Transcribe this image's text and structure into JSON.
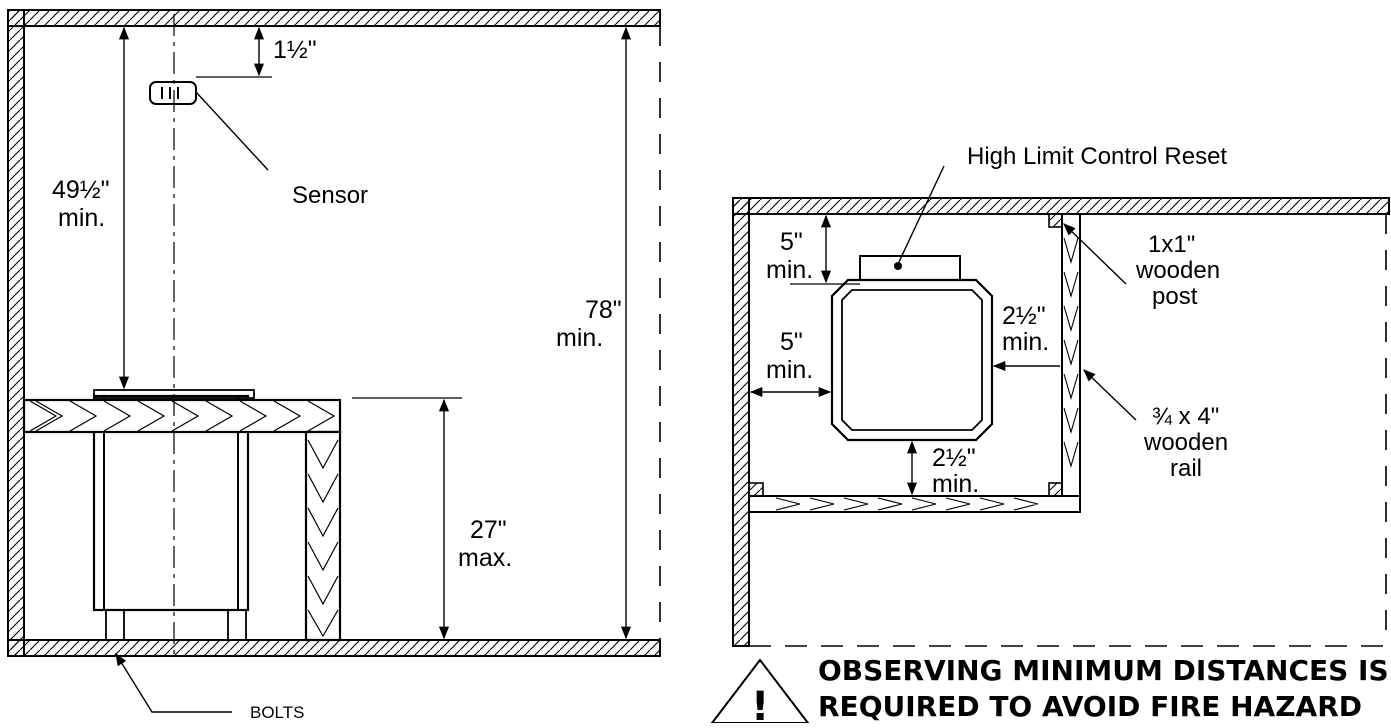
{
  "side_view": {
    "top_clearance": "1½\"",
    "sensor_label": "Sensor",
    "height_above_heater_line1": "49½\"",
    "height_above_heater_line2": "min.",
    "room_height_line1": "78\"",
    "room_height_line2": "min.",
    "bench_height_line1": "27\"",
    "bench_height_line2": "max.",
    "bolts_label": "BOLTS"
  },
  "top_view": {
    "reset_label": "High Limit Control Reset",
    "back_clearance_line1": "5\"",
    "back_clearance_line2": "min.",
    "side_clearance_line1": "5\"",
    "side_clearance_line2": "min.",
    "rail_clearance_line1": "2½\"",
    "rail_clearance_line2": "min.",
    "front_clearance_line1": "2½\"",
    "front_clearance_line2": "min.",
    "post_label_line1": "1x1\"",
    "post_label_line2": "wooden",
    "post_label_line3": "post",
    "rail_label_line1": "¾ x 4\"",
    "rail_label_line2": "wooden",
    "rail_label_line3": "rail"
  },
  "warning": {
    "symbol": "!",
    "line1": "OBSERVING MINIMUM DISTANCES IS",
    "line2": "REQUIRED TO AVOID FIRE HAZARD"
  }
}
